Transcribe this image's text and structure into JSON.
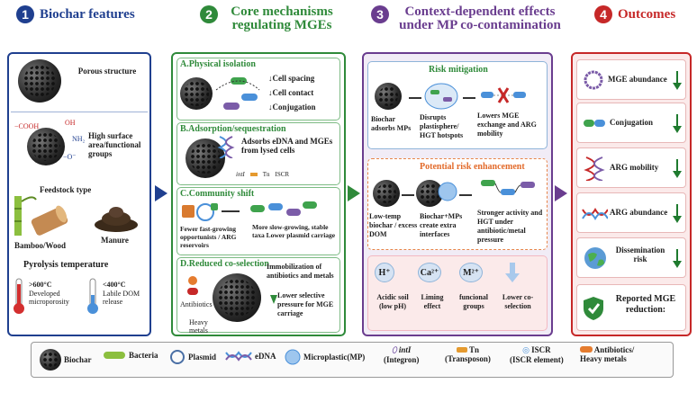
{
  "colors": {
    "blue": "#1f3f8f",
    "green": "#2f8a3a",
    "purple": "#6a3d8f",
    "red": "#c62828",
    "pinkbg": "#fbeaea",
    "lavender": "#f1ecf6"
  },
  "sections": [
    {
      "number": "1",
      "title": "Biochar features"
    },
    {
      "number": "2",
      "title": "Core mechanisms regulating MGEs"
    },
    {
      "number": "3",
      "title": "Context-dependent effects under MP co-contamination"
    },
    {
      "number": "4",
      "title": "Outcomes"
    }
  ],
  "features": {
    "porous": "Porous structure",
    "cooh": "−COOH",
    "oh": "OH",
    "nh2": "NH₂",
    "o": "−O⁻",
    "surface": "High surface area/functional groups",
    "feedstock_title": "Feedstock type",
    "bamboo": "Bamboo/Wood",
    "manure": "Manure",
    "pyrolysis_title": "Pyrolysis temperature",
    "high_temp": ">600°C",
    "high_temp_desc": "Developed microporosity",
    "low_temp": "<400°C",
    "low_temp_desc": "Labile DOM release"
  },
  "mechanisms": {
    "a_title": "A.Physical isolation",
    "a_items": [
      "↓Cell spacing",
      "↓Cell contact",
      "↓Conjugation"
    ],
    "b_title": "B.Adsorption/sequestration",
    "b_text": "Adsorbs eDNA and MGEs from lysed cells",
    "b_legend": [
      "intI",
      "Tn",
      "ISCR"
    ],
    "c_title": "C.Community shift",
    "c_left": "Fewer fast-growing opportunists / ARG reservoirs",
    "c_right": "More slow-growing, stable taxa Lower plasmid carriage",
    "d_title": "D.Reduced co-selection",
    "d_imm": "Immobilization of antibiotics and metals",
    "d_sel": "Lower selective pressure for MGE carriage",
    "d_antibiotics": "Antibiotics",
    "d_metals": "Heavy metals"
  },
  "context": {
    "risk_title": "Risk mitigation",
    "r1": "Biochar adsorbs MPs",
    "r2": "Disrupts plastisphere/ HGT hotspots",
    "r3": "Lowers MGE exchange and ARG mobility",
    "enh_title": "Potential risk enhancement",
    "e1": "Low-temp biochar / excess DOM",
    "e2": "Biochar+MPs create extra interfaces",
    "e3": "Stronger activity and HGT under antibiotic/metal pressure",
    "ions": [
      {
        "symbol": "H⁺",
        "label": "Acidic soil (low pH)"
      },
      {
        "symbol": "Ca²⁺",
        "label": "Liming effect"
      },
      {
        "symbol": "M²⁺",
        "label": "funcional groups"
      },
      {
        "symbol": "",
        "label": "Lower co-selection"
      }
    ]
  },
  "outcomes": [
    {
      "label": "MGE abundance"
    },
    {
      "label": "Conjugation"
    },
    {
      "label": "ARG mobility"
    },
    {
      "label": "ARG abundance"
    },
    {
      "label": "Dissemination risk"
    }
  ],
  "reported": "Reported MGE reduction:",
  "legend": [
    {
      "label": "Biochar"
    },
    {
      "label": "Bacteria"
    },
    {
      "label": "Plasmid"
    },
    {
      "label": "eDNA"
    },
    {
      "label": "Microplastic(MP)"
    },
    {
      "label": "intI",
      "sub": "(Integron)"
    },
    {
      "label": "Tn",
      "sub": "(Transposon)"
    },
    {
      "label": "ISCR",
      "sub": "(ISCR element)"
    },
    {
      "label": "Antibiotics/",
      "sub": "Heavy metals"
    }
  ]
}
